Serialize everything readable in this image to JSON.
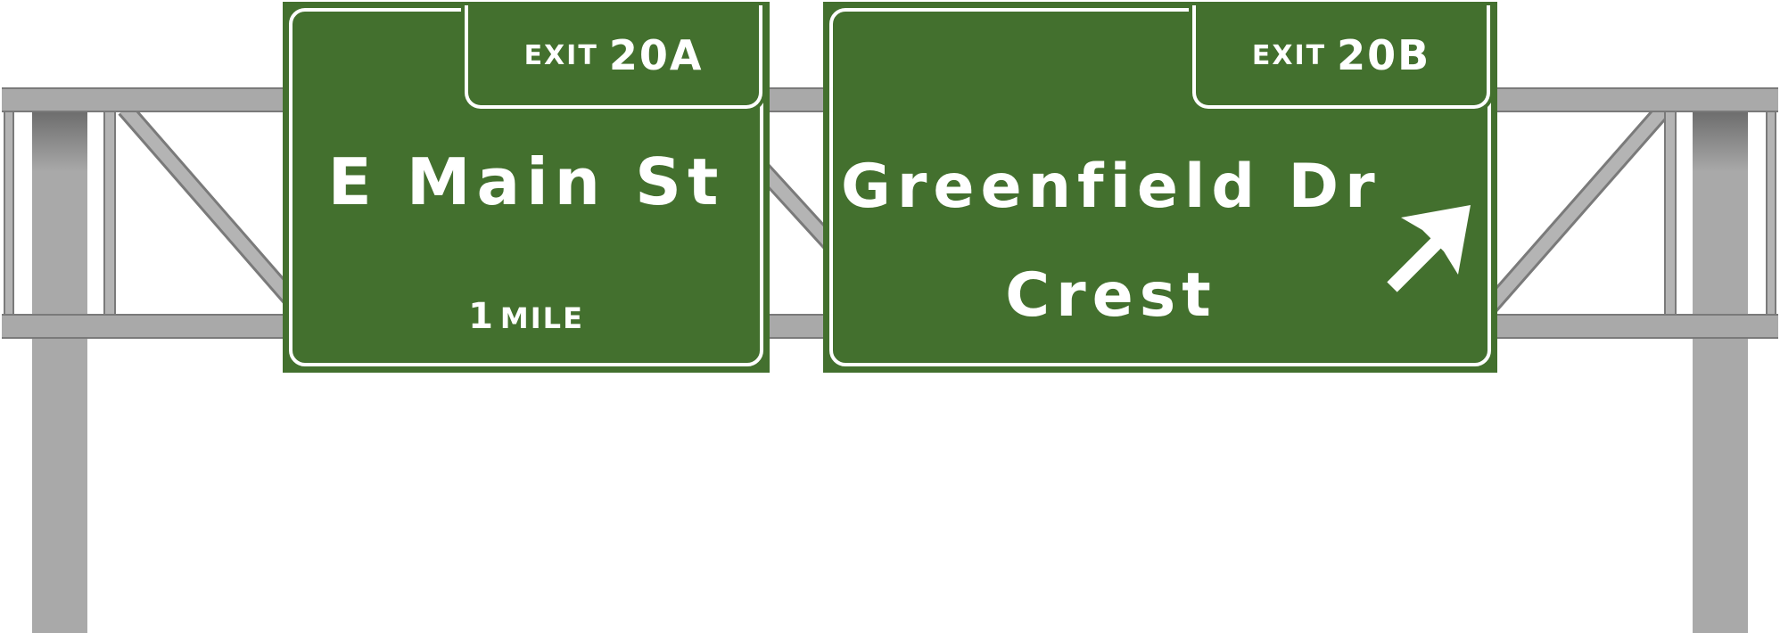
{
  "signs": [
    {
      "exit_word": "EXIT",
      "exit_number": "20A",
      "destination_lines": [
        "E Main St"
      ],
      "distance_number": "1",
      "distance_unit": "MILE"
    },
    {
      "exit_word": "EXIT",
      "exit_number": "20B",
      "destination_lines": [
        "Greenfield Dr",
        "Crest"
      ],
      "arrow_direction": "up-right"
    }
  ],
  "colors": {
    "sign_green": "#43702e",
    "legend_white": "#ffffff",
    "steel_gray": "#a9a9a9"
  },
  "icons": [
    "arrow-up-right-icon"
  ]
}
